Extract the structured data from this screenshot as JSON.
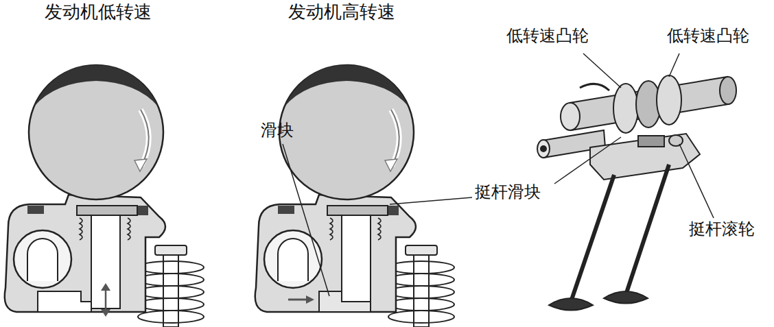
{
  "diagram": {
    "labels": [
      "发动机低转速",
      "发动机高转速",
      "低转速凸轮",
      "低转速凸轮",
      "滑块",
      "挺杆滑块",
      "挺杆滚轮"
    ]
  }
}
